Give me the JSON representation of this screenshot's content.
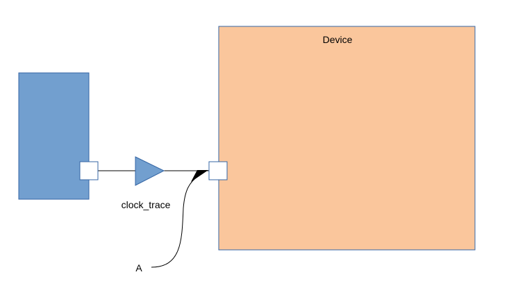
{
  "diagram": {
    "device_label": "Device",
    "trace_label": "clock_trace",
    "annotation_label": "A",
    "colors": {
      "source_block_fill": "#729fcf",
      "source_block_stroke": "#3465a4",
      "device_fill": "#fac69c",
      "device_stroke": "#3465a4",
      "pin_fill": "#ffffff",
      "pin_stroke": "#3465a4",
      "buffer_fill": "#729fcf",
      "buffer_stroke": "#3465a4",
      "wire": "#000000",
      "arrowhead": "#000000"
    }
  }
}
